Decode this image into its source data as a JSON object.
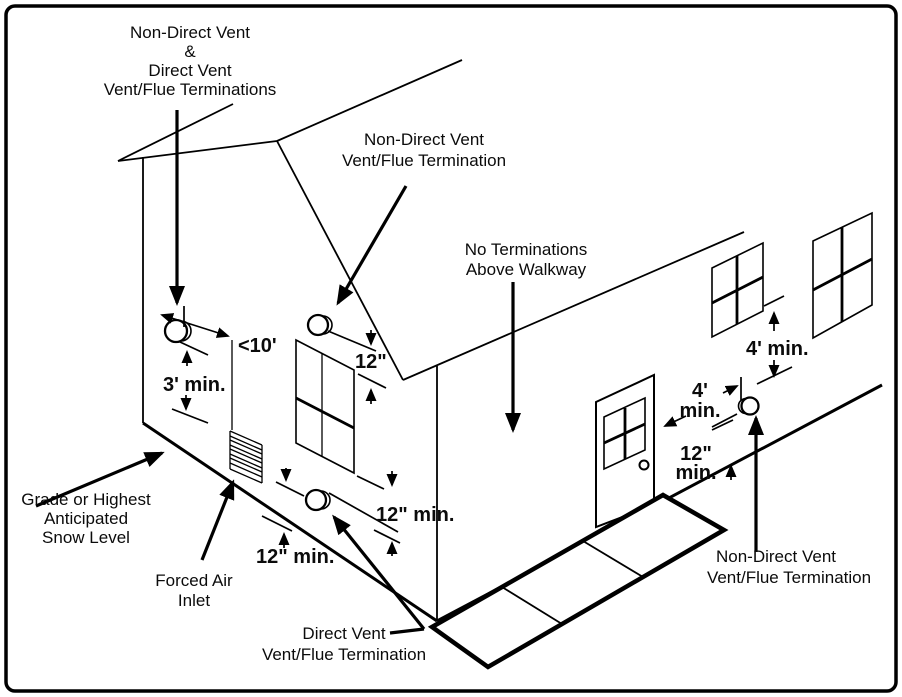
{
  "colors": {
    "ink": "#000000",
    "background": "#ffffff"
  },
  "labels": {
    "termination_top": [
      "Non-Direct Vent",
      "&",
      "Direct Vent",
      "Vent/Flue Terminations"
    ],
    "termination_mid": [
      "Non-Direct Vent",
      "Vent/Flue Termination"
    ],
    "no_terminations": [
      "No Terminations",
      "Above Walkway"
    ],
    "grade": [
      "Grade or Highest",
      "Anticipated",
      "Snow Level"
    ],
    "forced_air": [
      "Forced Air",
      "Inlet"
    ],
    "direct_vent": [
      "Direct Vent",
      "Vent/Flue Termination"
    ],
    "non_direct_right": [
      "Non-Direct Vent",
      "Vent/Flue Termination"
    ]
  },
  "dimensions": {
    "lt10": "<10'",
    "min3ft": "3' min.",
    "in12_window_top": "12\"",
    "min12_window_bottom": "12\" min.",
    "min12_grade": "12\" min.",
    "min4ft_vertical": "4' min.",
    "ft4": "4'",
    "ft4_min_word": "min.",
    "in12_right": "12\"",
    "in12_right_min_word": "min."
  }
}
